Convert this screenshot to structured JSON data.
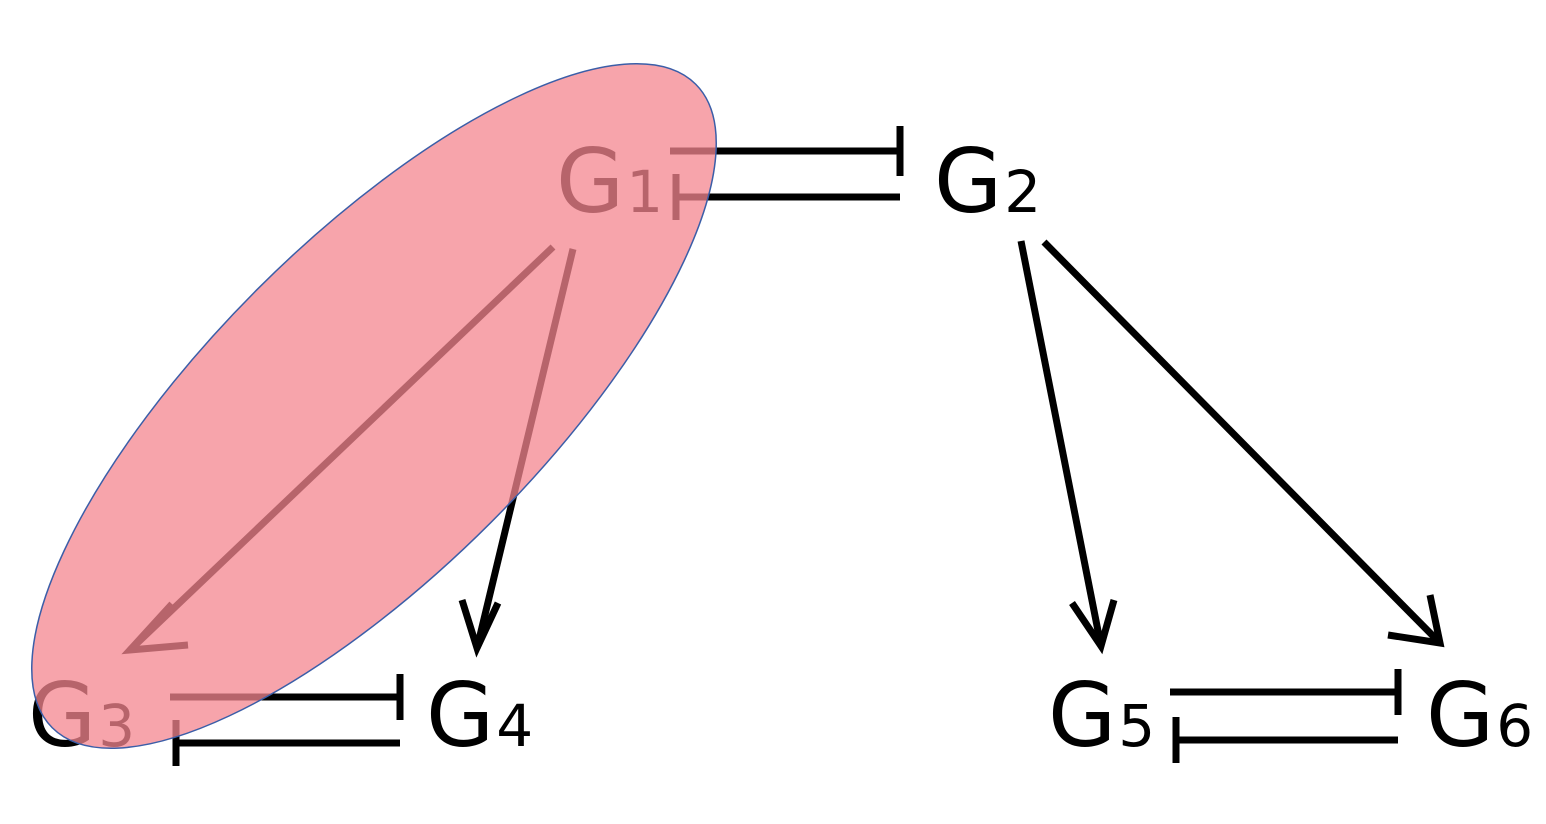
{
  "nodes": [
    {
      "id": "G1",
      "letter": "G",
      "sub": "1"
    },
    {
      "id": "G2",
      "letter": "G",
      "sub": "2"
    },
    {
      "id": "G3",
      "letter": "G",
      "sub": "3"
    },
    {
      "id": "G4",
      "letter": "G",
      "sub": "4"
    },
    {
      "id": "G5",
      "letter": "G",
      "sub": "5"
    },
    {
      "id": "G6",
      "letter": "G",
      "sub": "6"
    }
  ],
  "edges": [
    {
      "from": "G1",
      "to": "G2",
      "type": "inhibition"
    },
    {
      "from": "G2",
      "to": "G1",
      "type": "inhibition"
    },
    {
      "from": "G1",
      "to": "G3",
      "type": "activation"
    },
    {
      "from": "G1",
      "to": "G4",
      "type": "activation"
    },
    {
      "from": "G2",
      "to": "G5",
      "type": "activation"
    },
    {
      "from": "G2",
      "to": "G6",
      "type": "activation"
    },
    {
      "from": "G3",
      "to": "G4",
      "type": "inhibition"
    },
    {
      "from": "G4",
      "to": "G3",
      "type": "inhibition"
    },
    {
      "from": "G5",
      "to": "G6",
      "type": "inhibition"
    },
    {
      "from": "G6",
      "to": "G5",
      "type": "inhibition"
    }
  ],
  "highlight": {
    "nodes": [
      "G1",
      "G3"
    ],
    "fill_color": "#f4868f",
    "stroke_color": "#3b5ea8"
  },
  "colors": {
    "edge": "#000000",
    "label": "#000000"
  }
}
